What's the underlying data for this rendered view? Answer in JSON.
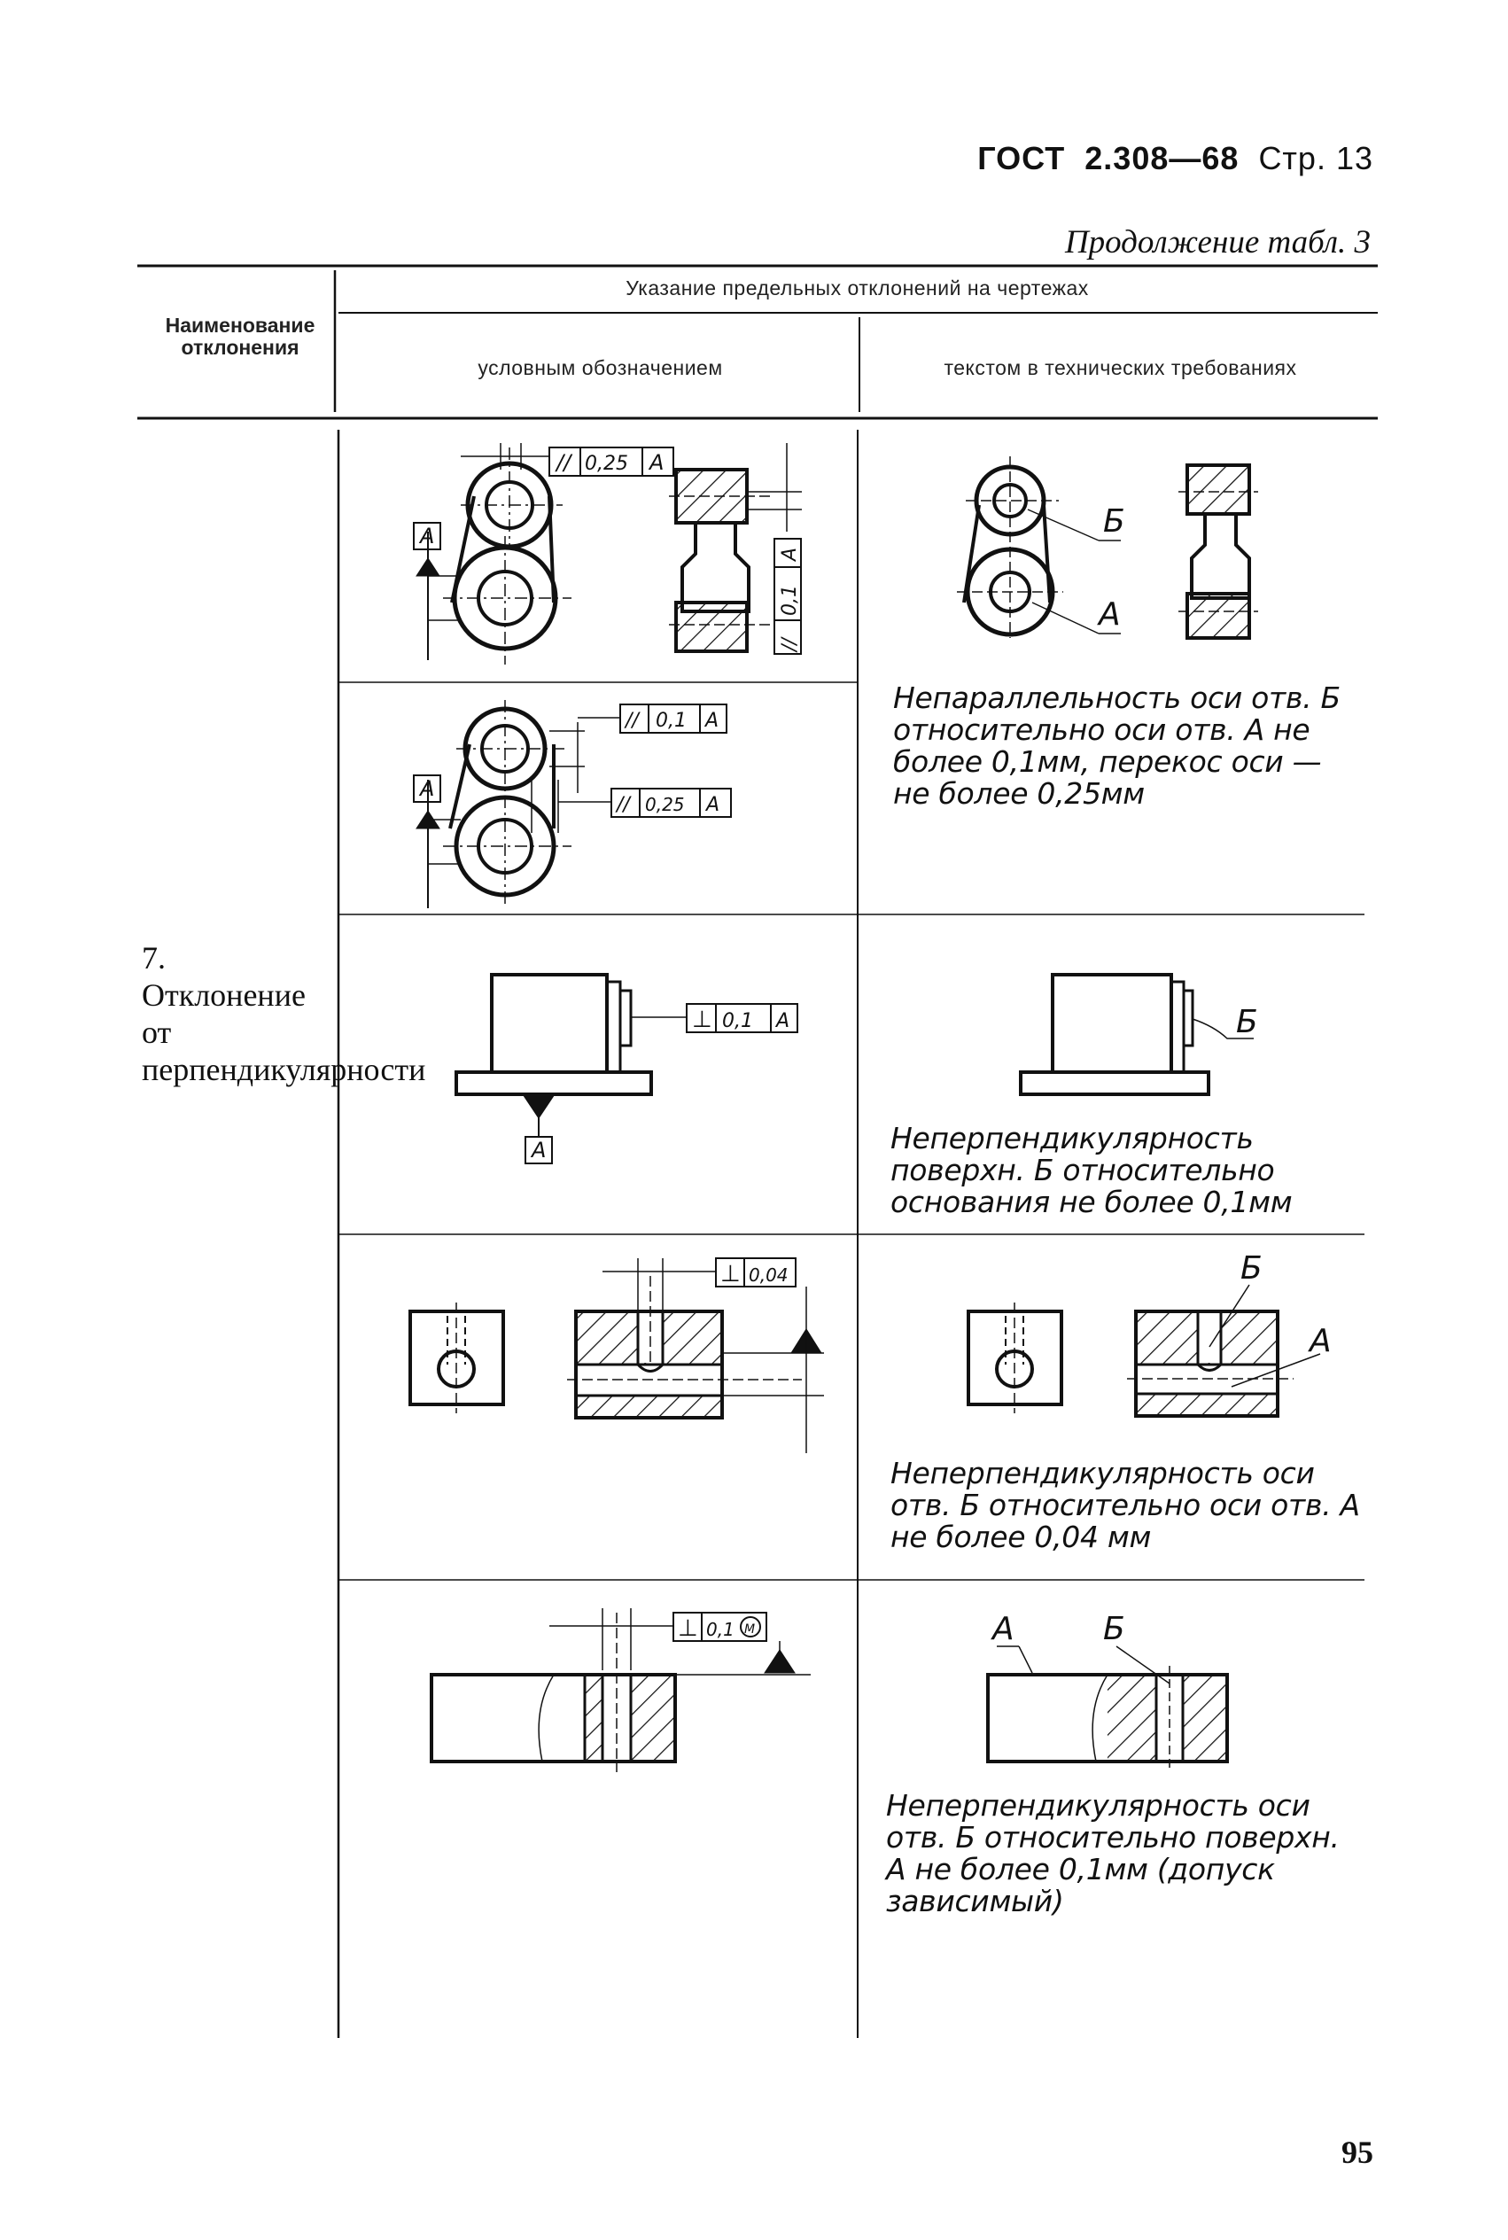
{
  "header": {
    "standard": "ГОСТ",
    "number": "2.308—68",
    "page": "Стр. 13"
  },
  "continuation": "Продолжение табл. 3",
  "table": {
    "col_name_header": "Наименование отклонения",
    "col_indication_header": "Указание предельных отклонений на чертежах",
    "col_symbol_header": "условным обозначением",
    "col_text_header": "текстом в технических требованиях"
  },
  "rows": {
    "row6_text": "Непараллельность оси отв. Б относительно оси отв. А не более 0,1мм, перекос оси — не более 0,25мм",
    "row7_name": "7. Отклонение от перпендикулярности",
    "row7a_text": "Неперпендикулярность поверхн. Б относительно основания не более 0,1мм",
    "row7b_text": "Неперпендикулярность оси отв. Б относительно оси отв. А не более 0,04 мм",
    "row7c_text": "Неперпендикулярность оси отв. Б относительно поверхн. А не более 0,1мм (допуск зависимый)"
  },
  "drawings": {
    "parallel_symbol": "//",
    "perp_symbol": "⊥",
    "tol_025": "0,25",
    "tol_01": "0,1",
    "tol_004": "0,04",
    "datum_a": "A",
    "label_a": "А",
    "label_b": "Б",
    "mmc": "M"
  },
  "page_number": "95"
}
